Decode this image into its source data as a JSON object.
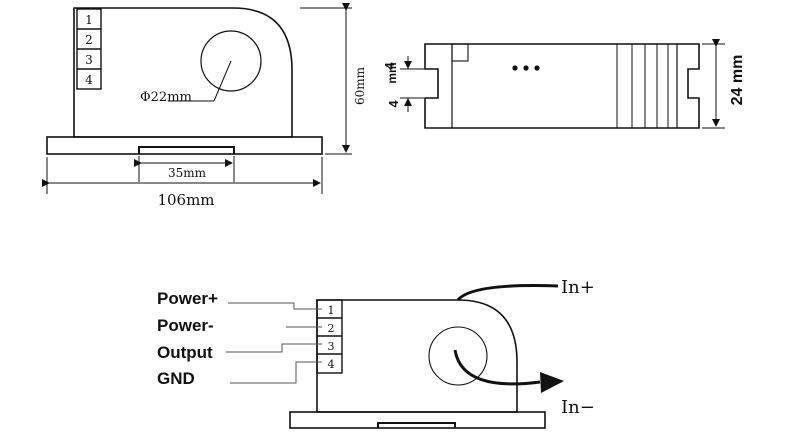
{
  "front_view": {
    "pins": [
      "1",
      "2",
      "3",
      "4"
    ],
    "hole_label": "Φ22mm",
    "height_label": "60mm",
    "base_label": "35mm",
    "width_label": "106mm"
  },
  "side_view": {
    "slot_label_value": "4",
    "slot_label_unit": "mm",
    "slot_label_lower": "4",
    "height_label": "24 mm"
  },
  "wiring_view": {
    "pins": [
      "1",
      "2",
      "3",
      "4"
    ],
    "signals": [
      "Power+",
      "Power-",
      "Output",
      "GND"
    ],
    "in_plus": "In+",
    "in_minus": "In−"
  },
  "colors": {
    "line": "#111111",
    "background": "#ffffff"
  }
}
